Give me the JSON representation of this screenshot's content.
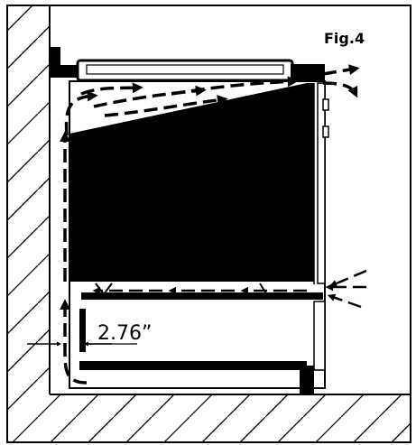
{
  "figure": {
    "label": "Fig.4"
  },
  "dimension": {
    "clearance": "2.76”"
  },
  "colors": {
    "ink": "#000000",
    "paper": "#ffffff"
  },
  "icons": {
    "airflow": "dashed-arrow",
    "wall": "hatched-wall",
    "floor": "hatched-floor"
  }
}
